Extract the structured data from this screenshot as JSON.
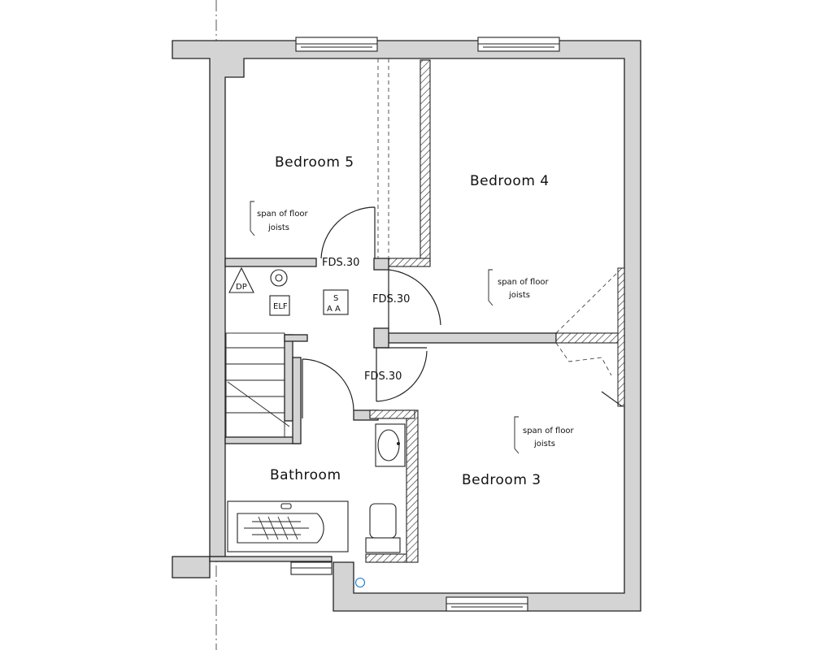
{
  "rooms": {
    "bedroom5": "Bedroom  5",
    "bedroom4": "Bedroom  4",
    "bedroom3": "Bedroom  3",
    "bathroom": "Bathroom"
  },
  "doors": {
    "d1": "FDS.30",
    "d2": "FDS.30",
    "d3": "FDS.30"
  },
  "joist_note": {
    "line1": "span of floor",
    "line2": "joists"
  },
  "symbols": {
    "dp": "DP",
    "elf": "ELF",
    "smoke_top": "S",
    "smoke_bottom": "A  A"
  }
}
